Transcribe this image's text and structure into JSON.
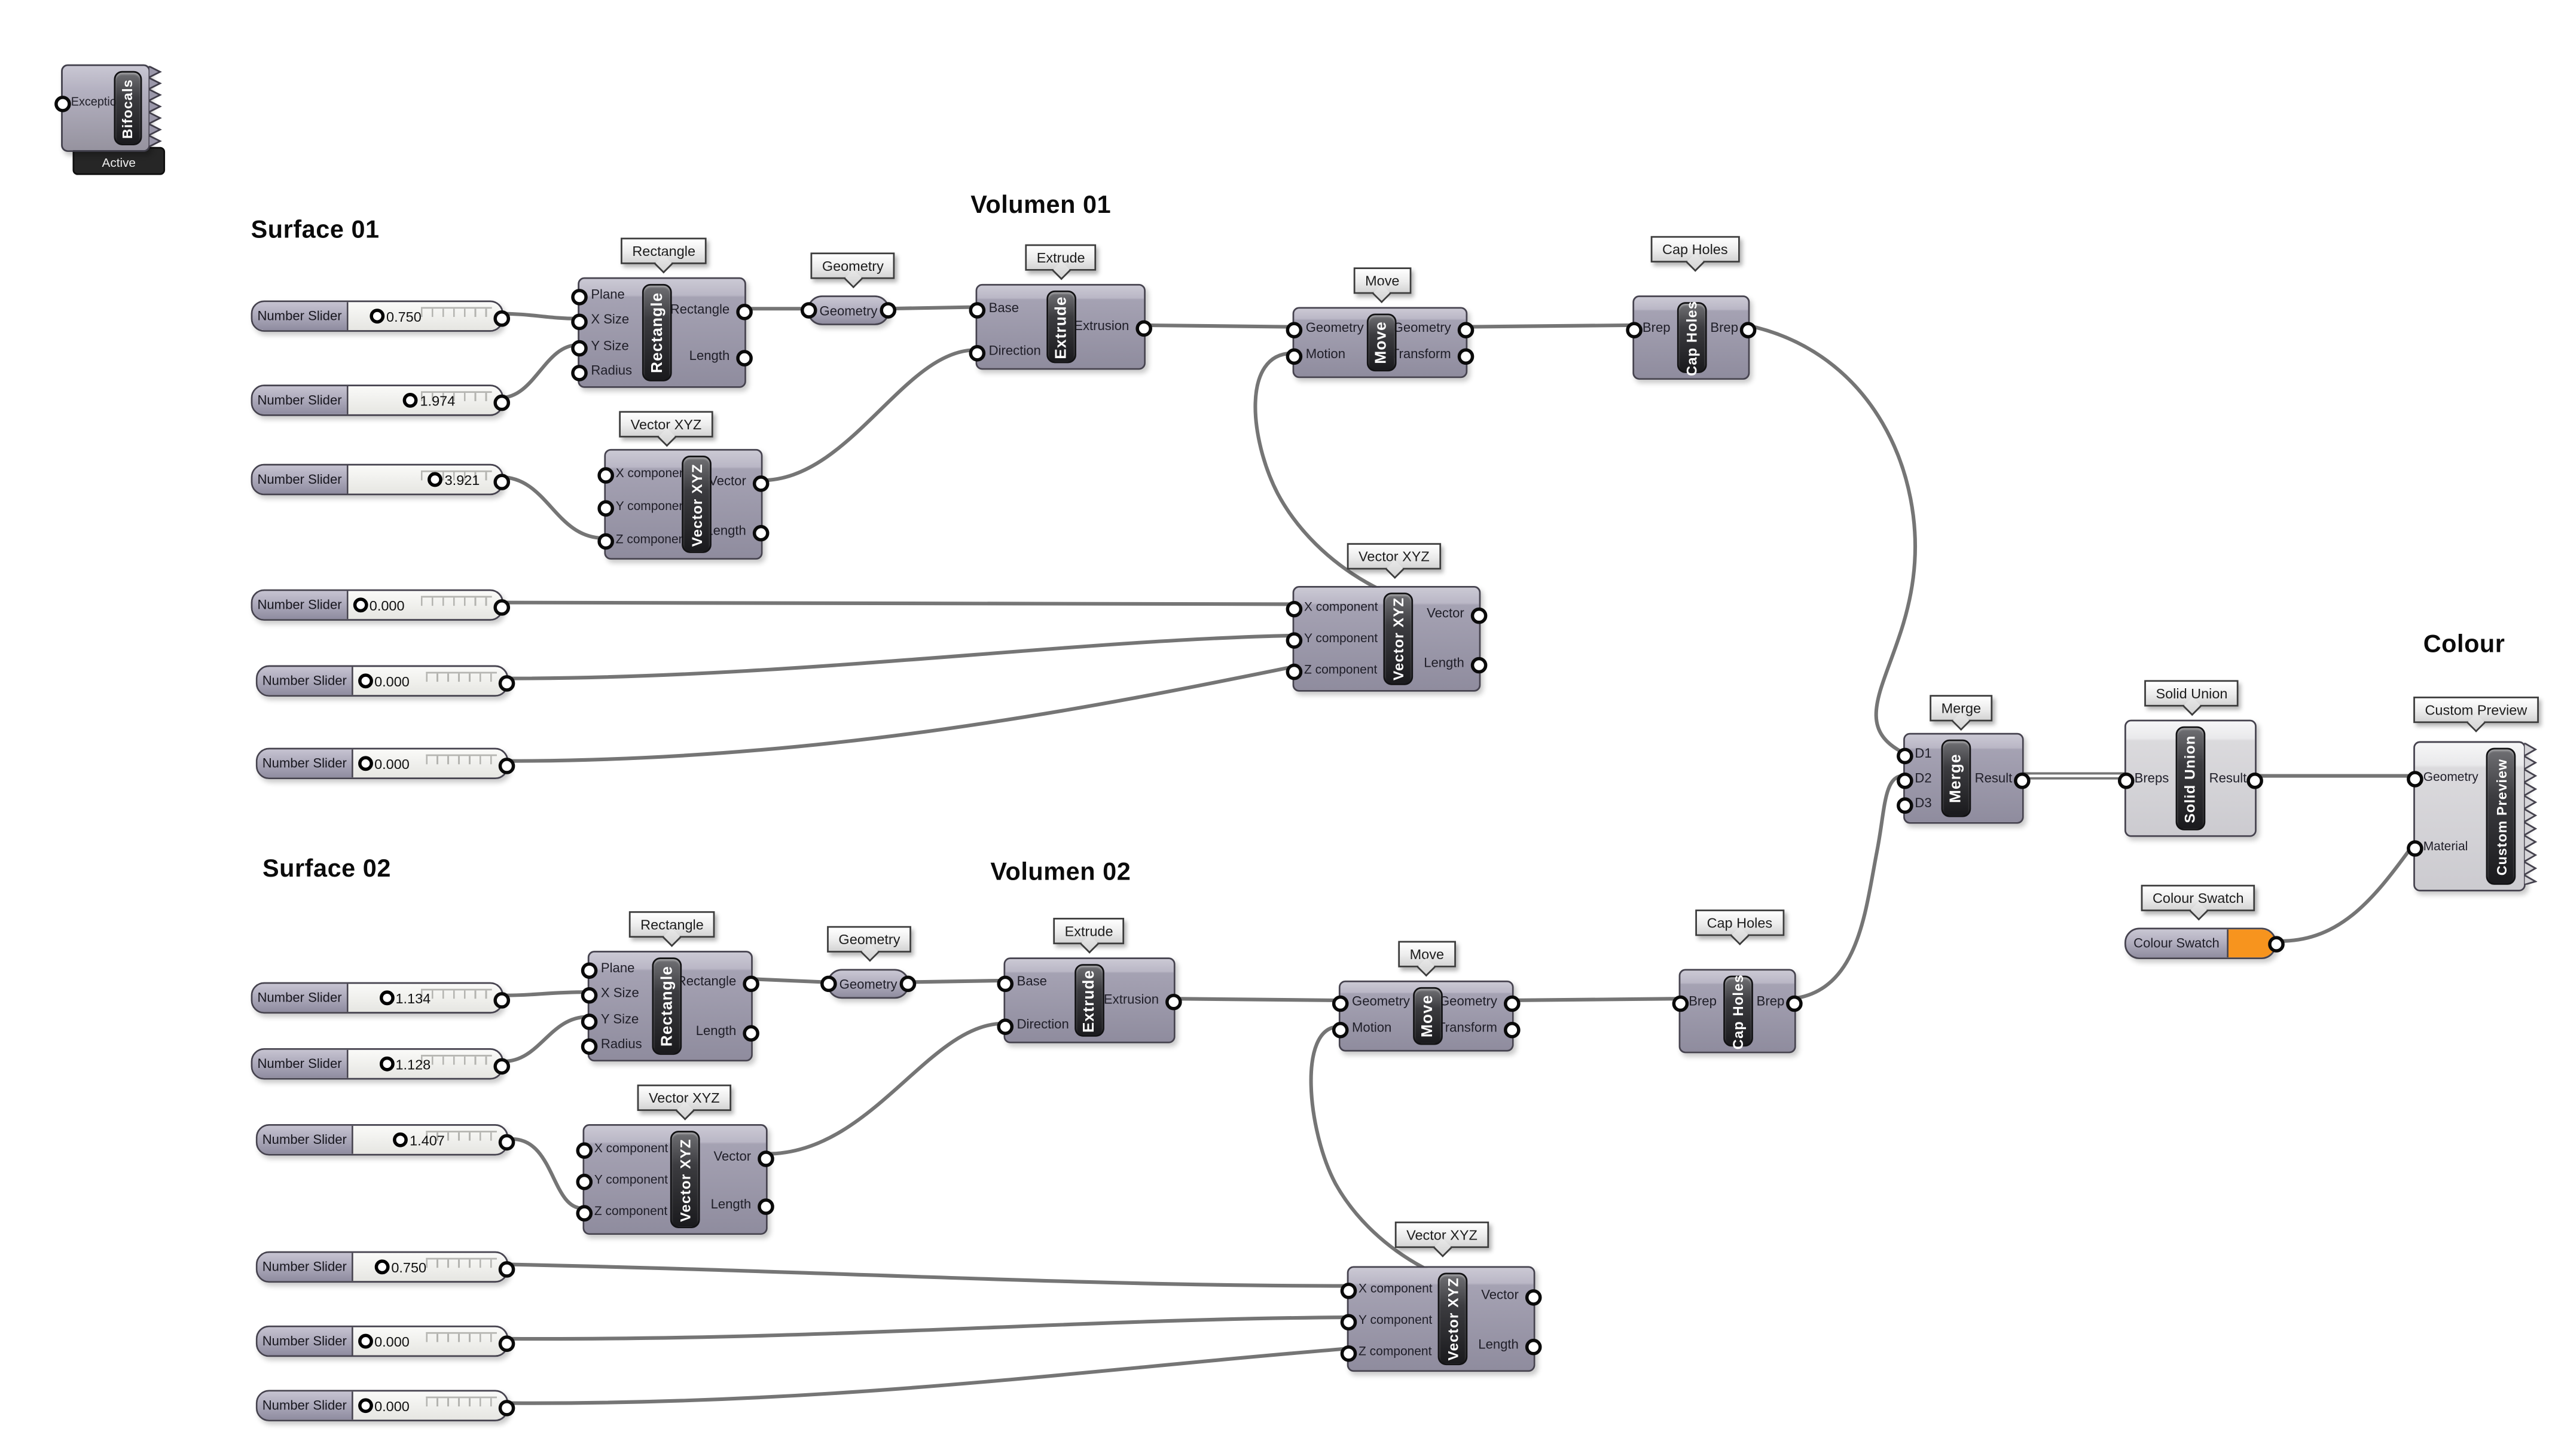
{
  "headings": {
    "surface01": "Surface 01",
    "volumen01": "Volumen 01",
    "surface02": "Surface 02",
    "volumen02": "Volumen 02",
    "colour": "Colour"
  },
  "bifocals": {
    "input_label": "Exceptions",
    "title": "Bifocals",
    "status": "Active"
  },
  "sliders": {
    "a1": {
      "label": "Number Slider",
      "value": "0.750"
    },
    "a2": {
      "label": "Number Slider",
      "value": "1.974"
    },
    "a3": {
      "label": "Number Slider",
      "value": "3.921"
    },
    "a4": {
      "label": "Number Slider",
      "value": "0.000"
    },
    "a5": {
      "label": "Number Slider",
      "value": "0.000"
    },
    "a6": {
      "label": "Number Slider",
      "value": "0.000"
    },
    "b1": {
      "label": "Number Slider",
      "value": "1.134"
    },
    "b2": {
      "label": "Number Slider",
      "value": "1.128"
    },
    "b3": {
      "label": "Number Slider",
      "value": "1.407"
    },
    "b4": {
      "label": "Number Slider",
      "value": "0.750"
    },
    "b5": {
      "label": "Number Slider",
      "value": "0.000"
    },
    "b6": {
      "label": "Number Slider",
      "value": "0.000"
    }
  },
  "comp": {
    "rect1": {
      "tooltip": "Rectangle",
      "title": "Rectangle",
      "in": [
        "Plane",
        "X Size",
        "Y Size",
        "Radius"
      ],
      "out": [
        "Rectangle",
        "Length"
      ]
    },
    "vec1": {
      "tooltip": "Vector XYZ",
      "title": "Vector XYZ",
      "in": [
        "X component",
        "Y component",
        "Z component"
      ],
      "out": [
        "Vector",
        "Length"
      ]
    },
    "geo1": {
      "tooltip": "Geometry",
      "label": "Geometry"
    },
    "ext1": {
      "tooltip": "Extrude",
      "title": "Extrude",
      "in": [
        "Base",
        "Direction"
      ],
      "out": [
        "Extrusion"
      ]
    },
    "move1": {
      "tooltip": "Move",
      "title": "Move",
      "in": [
        "Geometry",
        "Motion"
      ],
      "out": [
        "Geometry",
        "Transform"
      ]
    },
    "cap1": {
      "tooltip": "Cap Holes",
      "title": "Cap Holes",
      "in": [
        "Brep"
      ],
      "out": [
        "Brep"
      ]
    },
    "vec2": {
      "tooltip": "Vector XYZ",
      "title": "Vector XYZ",
      "in": [
        "X component",
        "Y component",
        "Z component"
      ],
      "out": [
        "Vector",
        "Length"
      ]
    },
    "rect2": {
      "tooltip": "Rectangle",
      "title": "Rectangle",
      "in": [
        "Plane",
        "X Size",
        "Y Size",
        "Radius"
      ],
      "out": [
        "Rectangle",
        "Length"
      ]
    },
    "geo2": {
      "tooltip": "Geometry",
      "label": "Geometry"
    },
    "ext2": {
      "tooltip": "Extrude",
      "title": "Extrude",
      "in": [
        "Base",
        "Direction"
      ],
      "out": [
        "Extrusion"
      ]
    },
    "move2": {
      "tooltip": "Move",
      "title": "Move",
      "in": [
        "Geometry",
        "Motion"
      ],
      "out": [
        "Geometry",
        "Transform"
      ]
    },
    "cap2": {
      "tooltip": "Cap Holes",
      "title": "Cap Holes",
      "in": [
        "Brep"
      ],
      "out": [
        "Brep"
      ]
    },
    "vec3": {
      "tooltip": "Vector XYZ",
      "title": "Vector XYZ",
      "in": [
        "X component",
        "Y component",
        "Z component"
      ],
      "out": [
        "Vector",
        "Length"
      ]
    },
    "vec4": {
      "tooltip": "Vector XYZ",
      "title": "Vector XYZ",
      "in": [
        "X component",
        "Y component",
        "Z component"
      ],
      "out": [
        "Vector",
        "Length"
      ]
    },
    "merge": {
      "tooltip": "Merge",
      "title": "Merge",
      "in": [
        "D1",
        "D2",
        "D3"
      ],
      "out": [
        "Result"
      ]
    },
    "union": {
      "tooltip": "Solid Union",
      "title": "Solid Union",
      "in": [
        "Breps"
      ],
      "out": [
        "Result"
      ]
    },
    "preview": {
      "tooltip": "Custom Preview",
      "title": "Custom Preview",
      "in": [
        "Geometry",
        "Material"
      ]
    },
    "swatch": {
      "tooltip": "Colour Swatch",
      "label": "Colour Swatch",
      "swatch_color": "#F7941E"
    }
  },
  "colors": {
    "wire": "#757575",
    "accent_orange": "#F7941E",
    "component_body": "#a5a2b3",
    "pill_dark": "#1a1a1d"
  }
}
